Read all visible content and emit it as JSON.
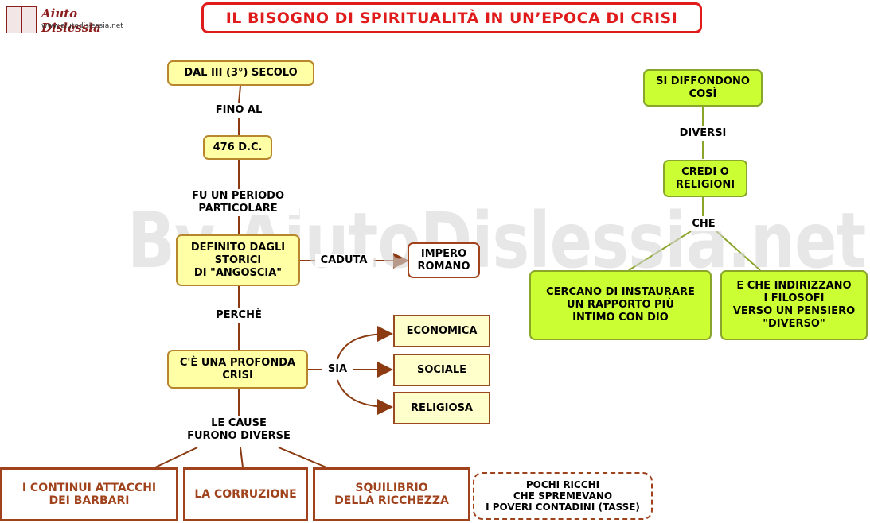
{
  "header": {
    "title": "IL BISOGNO DI SPIRITUALITÀ IN UN’EPOCA DI CRISI",
    "logo_name": "Aiuto Dislessia",
    "logo_url": "www.aiutodislessia.net"
  },
  "watermark": "By AiutoDislessia.net",
  "nodes": {
    "secolo": "DAL III (3°) SECOLO",
    "anno": "476 D.C.",
    "angoscia": "DEFINITO DAGLI\nSTORICI\nDI \"ANGOSCIA\"",
    "impero": "IMPERO\nROMANO",
    "crisi": "C'È UNA PROFONDA\nCRISI",
    "economica": "ECONOMICA",
    "sociale": "SOCIALE",
    "religiosa": "RELIGIOSA",
    "barbari": "I CONTINUI ATTACCHI\nDEI BARBARI",
    "corruzione": "LA CORRUZIONE",
    "squilibrio": "SQUILIBRIO\nDELLA RICCHEZZA",
    "poveri": "POCHI RICCHI\nCHE SPREMEVANO\nI POVERI CONTADINI (TASSE)",
    "diffondono": "SI DIFFONDONO\nCOSÌ",
    "credi": "CREDI O\nRELIGIONI",
    "rapporto": "CERCANO DI INSTAURARE\nUN RAPPORTO PIÙ\nINTIMO CON DIO",
    "filosofi": "E CHE INDIRIZZANO\nI FILOSOFI\nVERSO UN PENSIERO\n\"DIVERSO\""
  },
  "labels": {
    "fino_al": "FINO AL",
    "periodo": "FU UN PERIODO\nPARTICOLARE",
    "caduta": "CADUTA",
    "perche": "PERCHÈ",
    "sia": "SIA",
    "cause": "LE CAUSE\nFURONO DIVERSE",
    "diversi": "DIVERSI",
    "che": "CHE"
  },
  "colors": {
    "title_red": "#e01b1b",
    "connector_brown": "#8b3a12",
    "connector_green": "#8aa52c",
    "node_yellow": "#ffffa6",
    "node_lime": "#ccff33",
    "box_brown": "#a0421c"
  }
}
